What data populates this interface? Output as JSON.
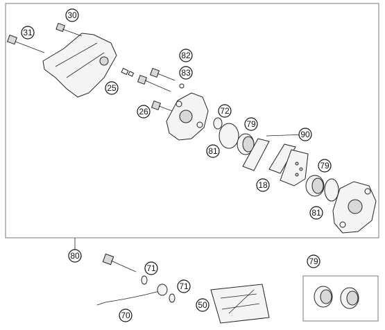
{
  "diagram": {
    "type": "exploded-parts-view",
    "callouts": [
      {
        "id": "c30",
        "label": "30"
      },
      {
        "id": "c31",
        "label": "31"
      },
      {
        "id": "c82",
        "label": "82"
      },
      {
        "id": "c83",
        "label": "83"
      },
      {
        "id": "c25",
        "label": "25"
      },
      {
        "id": "c26",
        "label": "26"
      },
      {
        "id": "c72",
        "label": "72"
      },
      {
        "id": "c79a",
        "label": "79"
      },
      {
        "id": "c90",
        "label": "90"
      },
      {
        "id": "c81a",
        "label": "81"
      },
      {
        "id": "c79b",
        "label": "79"
      },
      {
        "id": "c18",
        "label": "18"
      },
      {
        "id": "c81b",
        "label": "81"
      },
      {
        "id": "c80",
        "label": "80"
      },
      {
        "id": "c71a",
        "label": "71"
      },
      {
        "id": "c71b",
        "label": "71"
      },
      {
        "id": "c79c",
        "label": "79"
      },
      {
        "id": "c50",
        "label": "50"
      },
      {
        "id": "c70",
        "label": "70"
      }
    ]
  }
}
